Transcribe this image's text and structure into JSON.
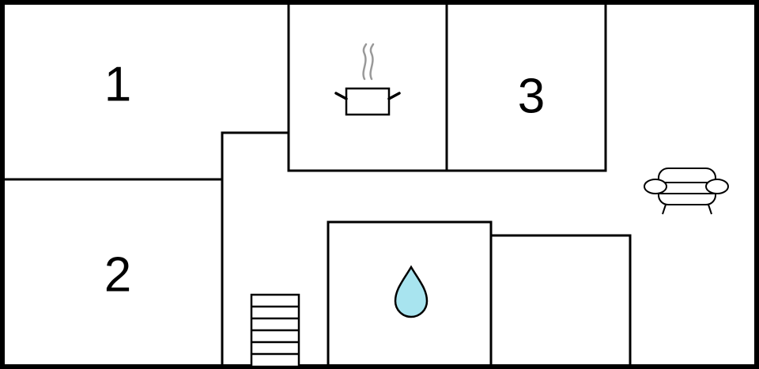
{
  "rooms": [
    {
      "id": "bedroom-1",
      "label": "1"
    },
    {
      "id": "bedroom-2",
      "label": "2"
    },
    {
      "id": "bedroom-3",
      "label": "3"
    }
  ],
  "icons": {
    "kitchen": "cooking-pot-icon",
    "bathroom": "water-drop-icon",
    "living": "sofa-icon",
    "stairs": "staircase-icon"
  },
  "colors": {
    "wall": "#000000",
    "background": "#ffffff",
    "water": "#a8e4ef",
    "steam": "#999999"
  }
}
